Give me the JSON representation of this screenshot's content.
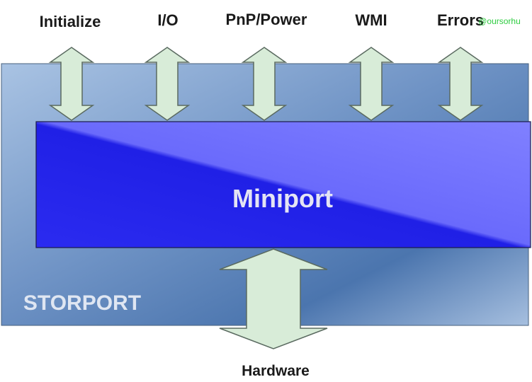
{
  "labels": {
    "initialize": "Initialize",
    "io": "I/O",
    "pnp_power": "PnP/Power",
    "wmi": "WMI",
    "errors": "Errors",
    "hardware": "Hardware",
    "miniport": "Miniport",
    "storport": "STORPORT"
  },
  "watermark": "@oursorhu",
  "colors": {
    "storport_light": "#a8c2e2",
    "storport_mid": "#6e92c4",
    "storport_dark": "#4872ac",
    "miniport_light": "#7c7cff",
    "miniport_dark": "#2626ee",
    "arrow_fill": "#d8ecd8",
    "arrow_stroke": "#5a6a60"
  }
}
